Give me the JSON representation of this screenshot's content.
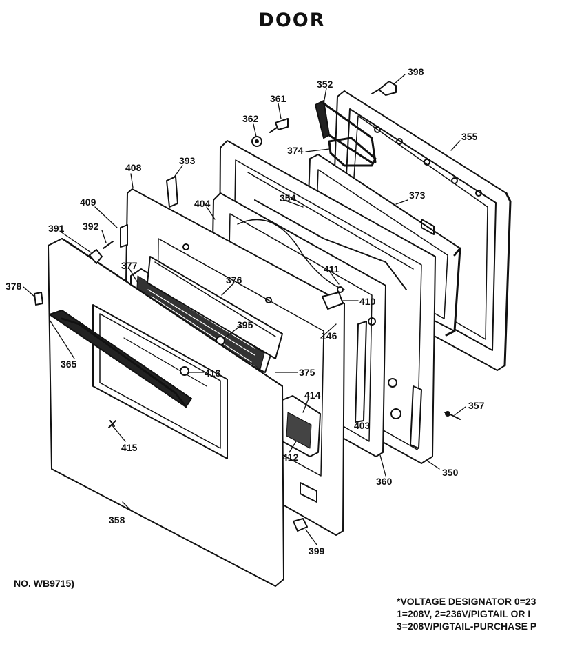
{
  "title": "DOOR",
  "part_numbers": [
    "398",
    "352",
    "361",
    "362",
    "355",
    "374",
    "373",
    "393",
    "408",
    "409",
    "354",
    "404",
    "392",
    "391",
    "411",
    "410",
    "376",
    "377",
    "378",
    "146",
    "395",
    "375",
    "365",
    "413",
    "414",
    "357",
    "403",
    "415",
    "412",
    "350",
    "360",
    "358",
    "399"
  ],
  "footer_left": "NO. WB9715)",
  "footer_right": [
    "*VOLTAGE DESIGNATOR 0=23",
    "1=208V, 2=236V/PIGTAIL OR I",
    "3=208V/PIGTAIL-PURCHASE P"
  ]
}
